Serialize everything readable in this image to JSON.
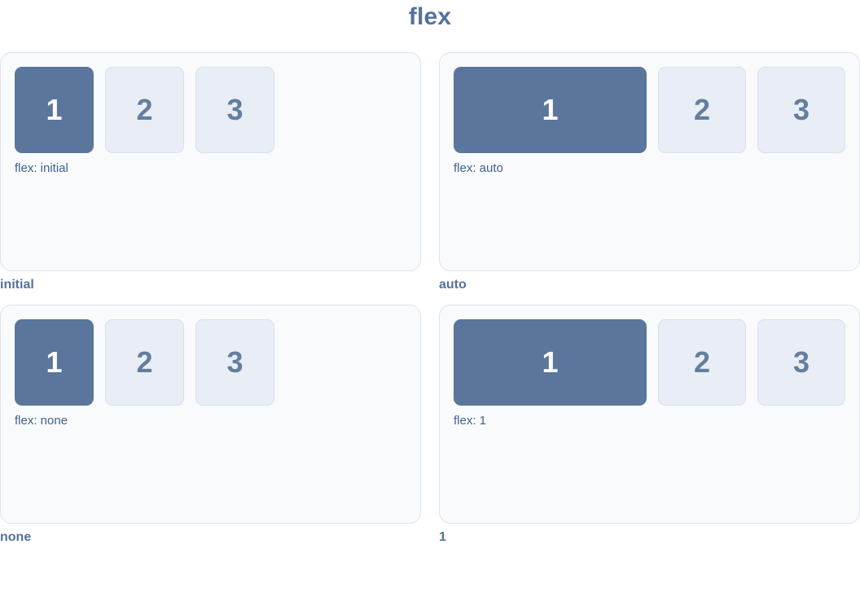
{
  "title": "flex",
  "colors": {
    "title_text": "#54719e",
    "caption_text": "#54719e",
    "flex_label_text": "#44608c",
    "active_box_bg": "#5b769c",
    "active_box_text": "#ffffff",
    "muted_box_bg": "#e9edf5",
    "muted_box_border": "#d9e0ec",
    "muted_box_text": "#637e9f",
    "panel_bg": "#f8fafc",
    "panel_border": "#dde3ee"
  },
  "panels": [
    {
      "caption": "initial",
      "flex_label": "flex: initial",
      "boxes": [
        "1",
        "2",
        "3"
      ]
    },
    {
      "caption": "auto",
      "flex_label": "flex: auto",
      "boxes": [
        "1",
        "2",
        "3"
      ]
    },
    {
      "caption": "none",
      "flex_label": "flex: none",
      "boxes": [
        "1",
        "2",
        "3"
      ]
    },
    {
      "caption": "1",
      "flex_label": "flex: 1",
      "boxes": [
        "1",
        "2",
        "3"
      ]
    }
  ]
}
